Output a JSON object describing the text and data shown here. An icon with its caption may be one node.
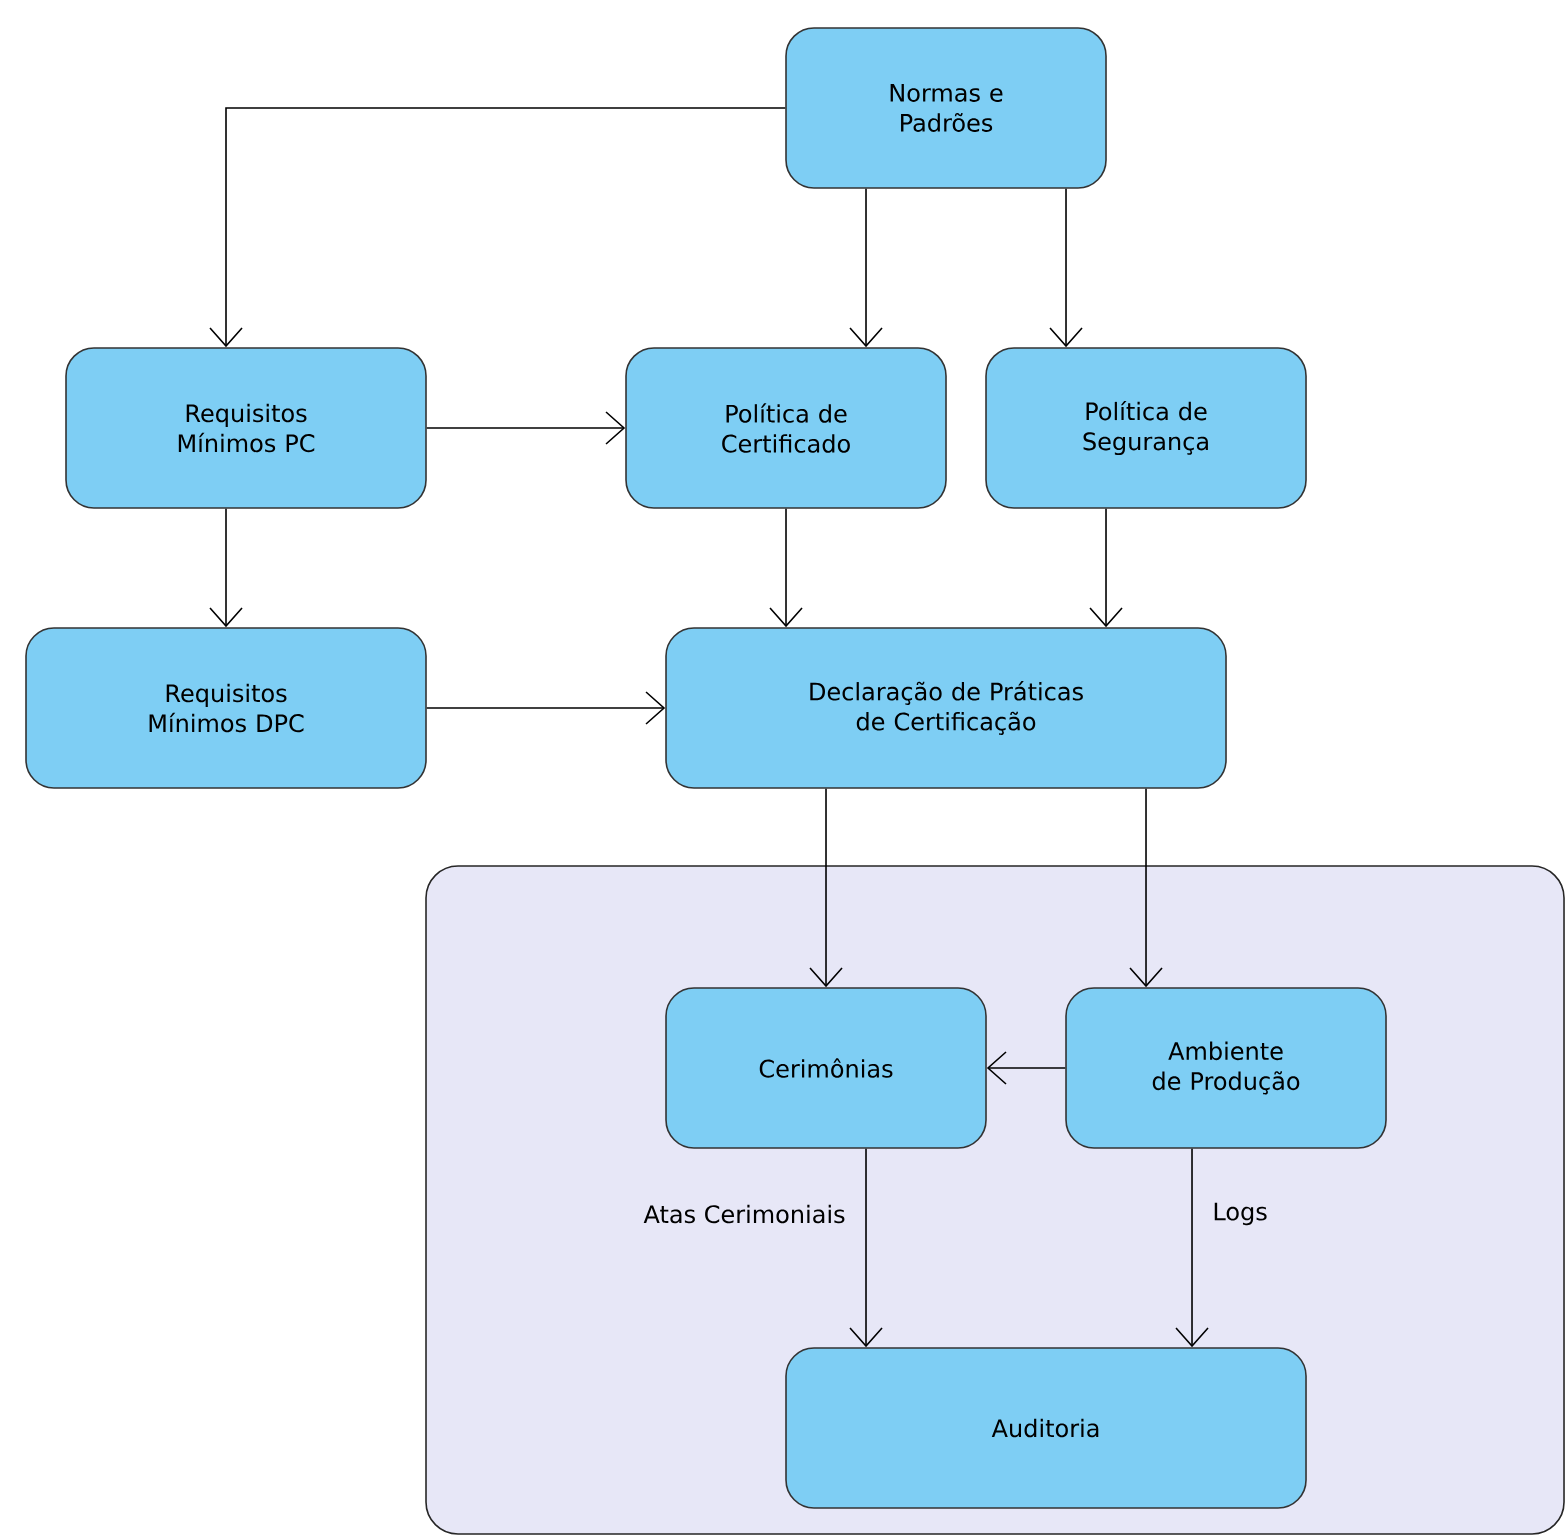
{
  "diagram": {
    "nodes": [
      {
        "text": [
          "Normas e Padrões"
        ]
      },
      {
        "text": [
          "Requisitos Mínimos PC"
        ]
      },
      {
        "text": [
          "Política de Certificado"
        ]
      },
      {
        "text": [
          "Política de Segurança"
        ]
      },
      {
        "text": [
          "Requisitos Mínimos DPC"
        ]
      },
      {
        "text": [
          "Declaração de Práticas de Certificação"
        ]
      },
      {
        "text": [],
        "shape": "box"
      },
      {
        "text": [
          "Cerimônias"
        ],
        "in": 6
      },
      {
        "text": [
          "Ambiente de Produção"
        ],
        "in": 6
      },
      {
        "text": [
          "Auditoria"
        ],
        "in": 6
      }
    ],
    "edges": [
      {
        "from": 0,
        "to": 1,
        "arrow": "to"
      },
      {
        "from": 0,
        "to": 2,
        "arrow": "to"
      },
      {
        "from": 0,
        "to": 3,
        "arrow": "to"
      },
      {
        "from": 1,
        "to": 2,
        "arrow": "to"
      },
      {
        "from": 1,
        "to": 4,
        "arrow": "to"
      },
      {
        "from": 2,
        "to": 5,
        "arrow": "to"
      },
      {
        "from": 3,
        "to": 5,
        "arrow": "to"
      },
      {
        "from": 4,
        "to": 5,
        "arrow": "to"
      },
      {
        "from": 5,
        "to": 7,
        "arrow": "to"
      },
      {
        "from": 5,
        "to": 8,
        "arrow": "to"
      },
      {
        "from": 8,
        "to": 7,
        "arrow": "to"
      },
      {
        "from": 7,
        "to": 9,
        "arrow": "to",
        "label": "Atas Cerimoniais"
      },
      {
        "from": 8,
        "to": 9,
        "arrow": "to",
        "label": "Logs"
      }
    ]
  }
}
